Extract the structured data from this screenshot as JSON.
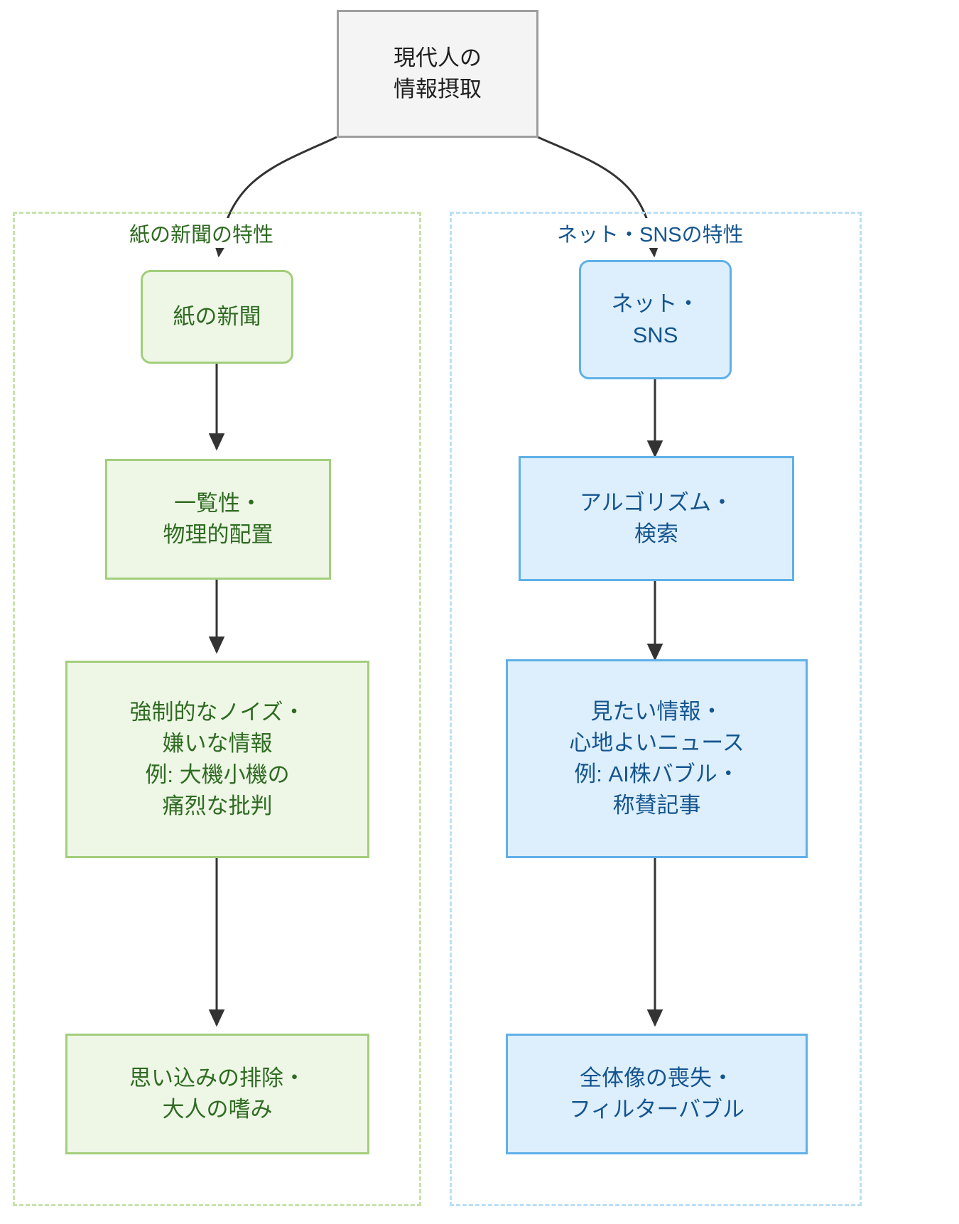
{
  "diagram": {
    "type": "flowchart",
    "direction": "top-down",
    "root": {
      "label": "現代人の\n情報摂取"
    },
    "clusters": [
      {
        "id": "paper",
        "title": "紙の新聞の特性",
        "accent": "#2f6b22",
        "border": "#c7e2ab",
        "fill": "#eef7e6",
        "nodes": [
          {
            "id": "paper-1",
            "label": "紙の新聞",
            "shape": "rounded"
          },
          {
            "id": "paper-2",
            "label": "一覧性・\n物理的配置",
            "shape": "rect"
          },
          {
            "id": "paper-3",
            "label": "強制的なノイズ・\n嫌いな情報\n例: 大機小機の\n痛烈な批判",
            "shape": "rect"
          },
          {
            "id": "paper-4",
            "label": "思い込みの排除・\n大人の嗜み",
            "shape": "rect"
          }
        ]
      },
      {
        "id": "net",
        "title": "ネット・SNSの特性",
        "accent": "#15558f",
        "border": "#badff6",
        "fill": "#ddeffc",
        "nodes": [
          {
            "id": "net-1",
            "label": "ネット・\nSNS",
            "shape": "rounded"
          },
          {
            "id": "net-2",
            "label": "アルゴリズム・\n検索",
            "shape": "rect"
          },
          {
            "id": "net-3",
            "label": "見たい情報・\n心地よいニュース\n例: AI株バブル・\n称賛記事",
            "shape": "rect"
          },
          {
            "id": "net-4",
            "label": "全体像の喪失・\nフィルターバブル",
            "shape": "rect"
          }
        ]
      }
    ],
    "edges": [
      {
        "from": "root",
        "to": "paper-1",
        "style": "curved-arrow"
      },
      {
        "from": "root",
        "to": "net-1",
        "style": "curved-arrow"
      },
      {
        "from": "paper-1",
        "to": "paper-2",
        "style": "straight-arrow"
      },
      {
        "from": "paper-2",
        "to": "paper-3",
        "style": "straight-arrow"
      },
      {
        "from": "paper-3",
        "to": "paper-4",
        "style": "straight-arrow"
      },
      {
        "from": "net-1",
        "to": "net-2",
        "style": "straight-arrow"
      },
      {
        "from": "net-2",
        "to": "net-3",
        "style": "straight-arrow"
      },
      {
        "from": "net-3",
        "to": "net-4",
        "style": "straight-arrow"
      }
    ],
    "colors": {
      "arrow": "#333333",
      "root_fill": "#f4f4f4",
      "root_border": "#9e9e9e",
      "background": "#ffffff"
    }
  }
}
